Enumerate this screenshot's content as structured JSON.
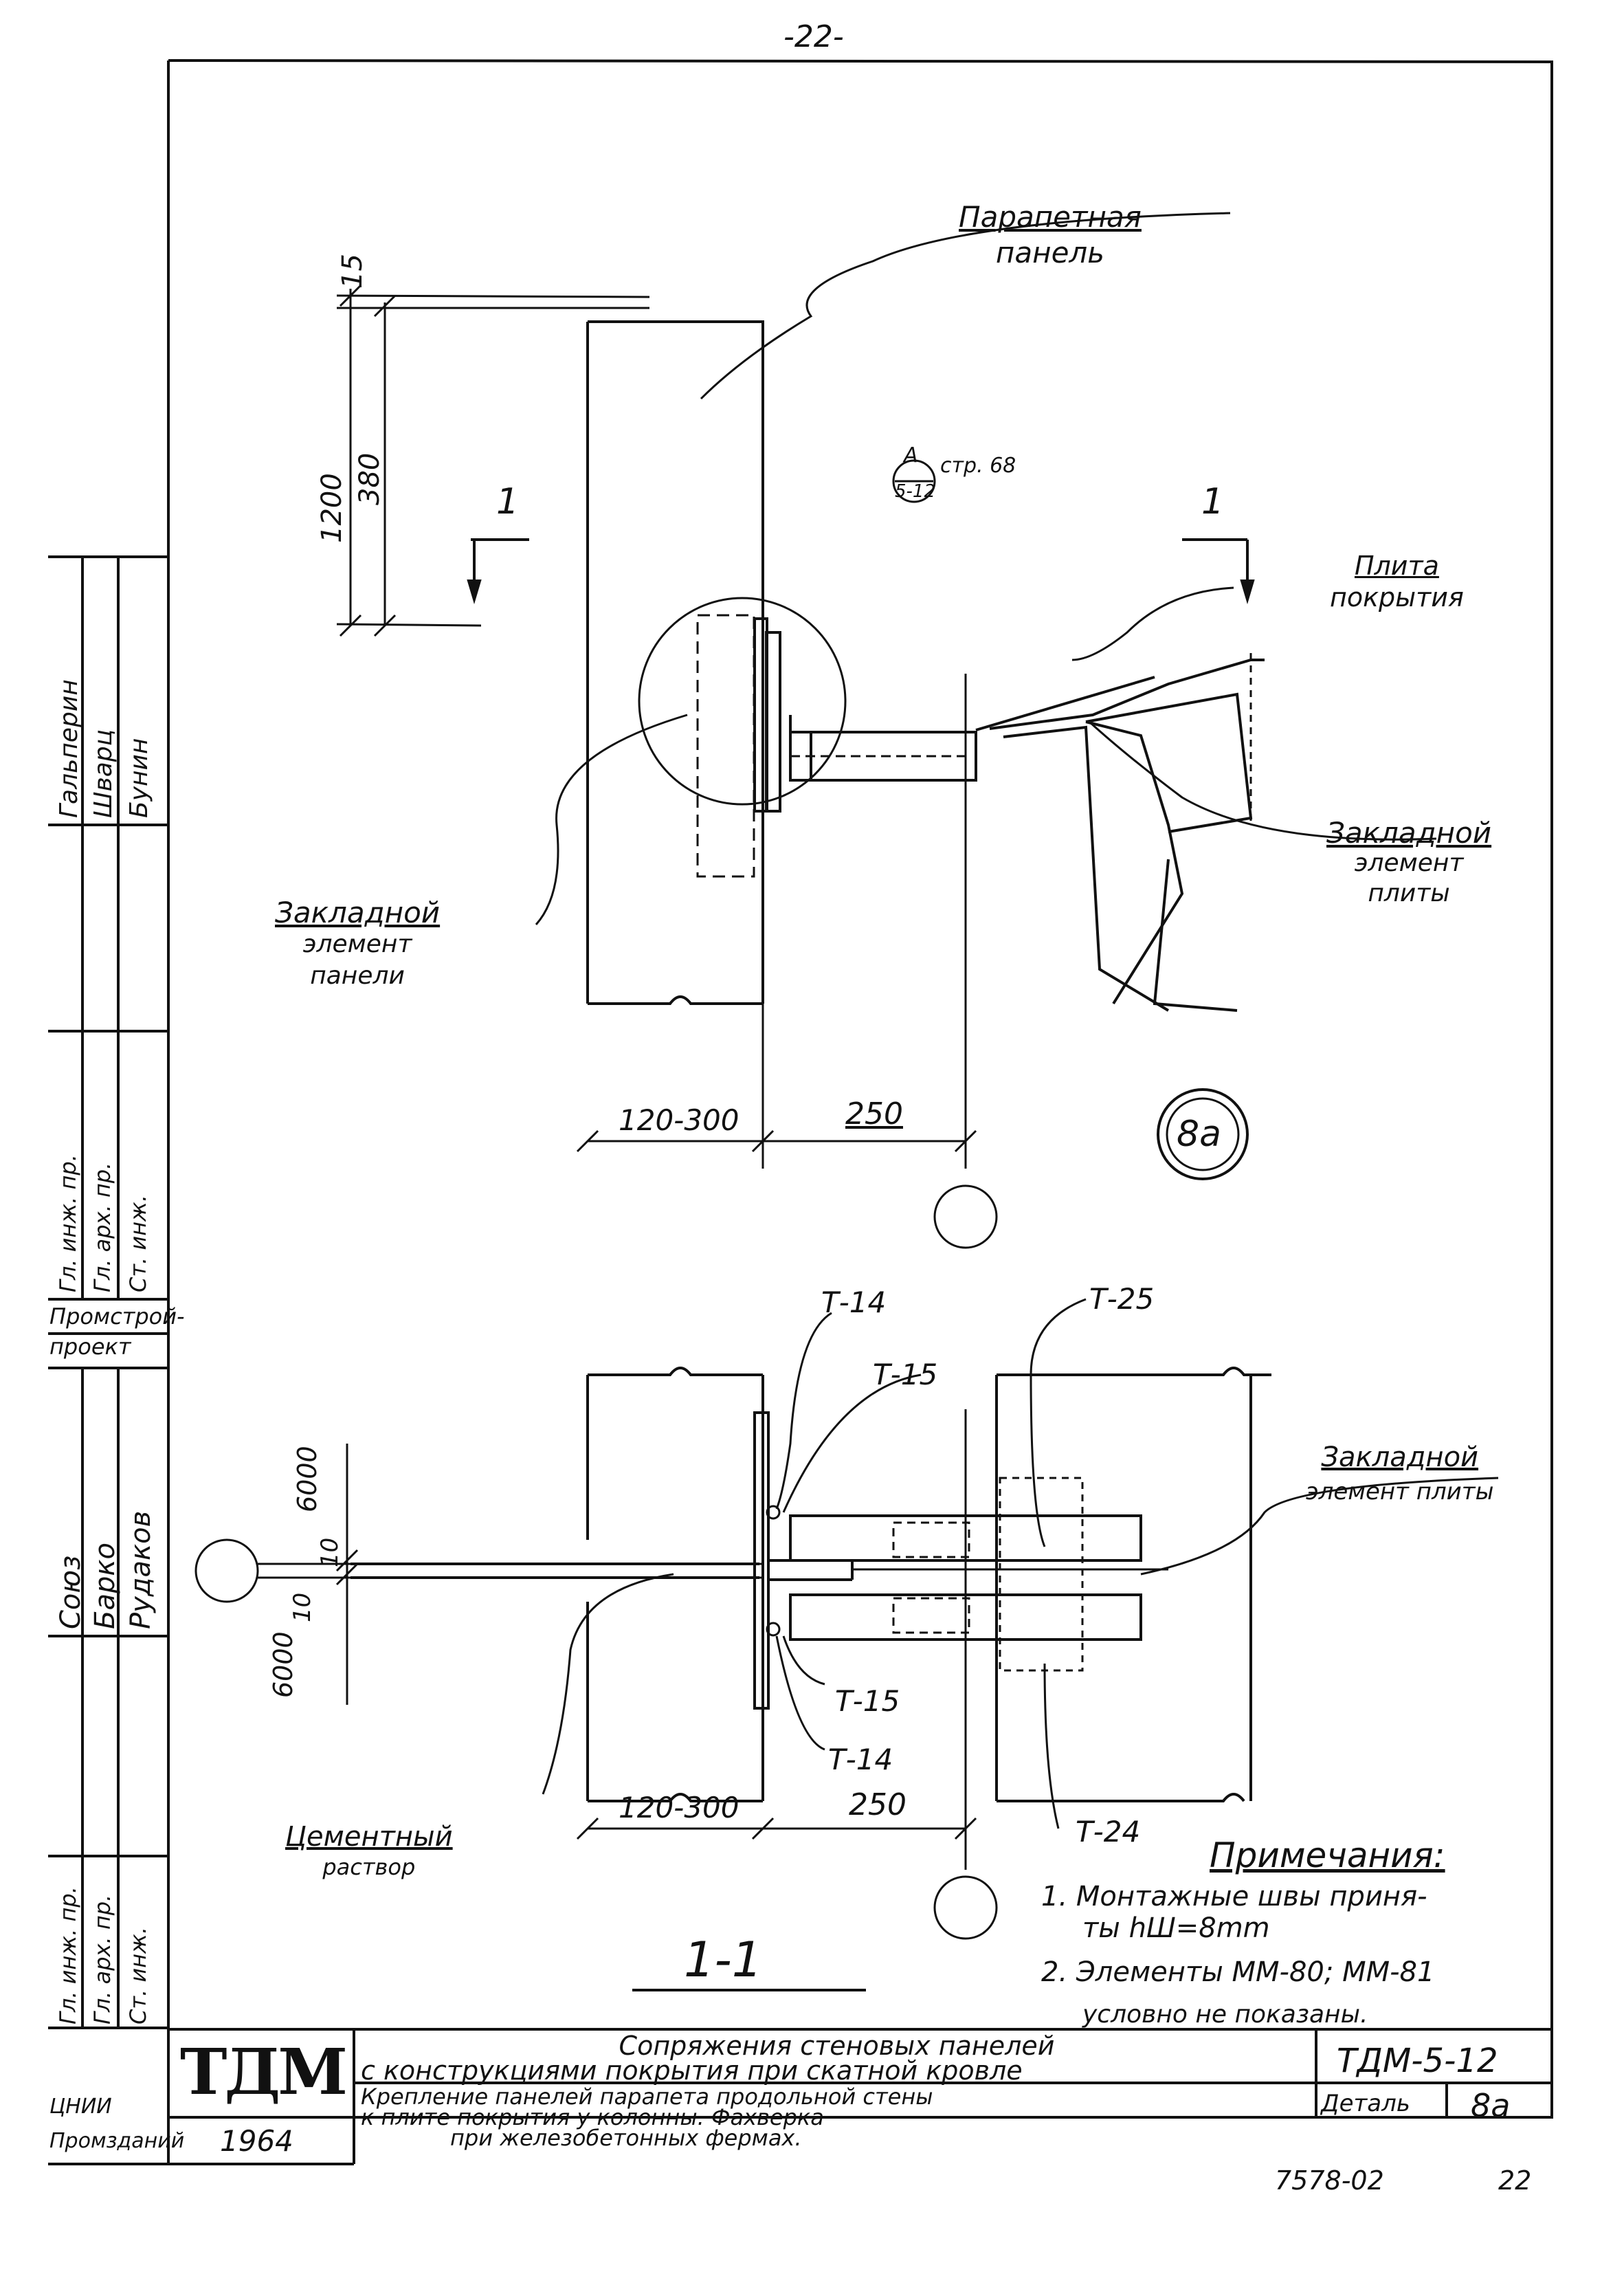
{
  "page_number": "-22-",
  "view_top": {
    "label_parapet": [
      "Парапетная",
      "панель"
    ],
    "dim_15": "15",
    "dim_1200": "1200",
    "dim_380": "380",
    "section_mark_left": "1",
    "section_mark_right": "1",
    "callout_letter": "А",
    "callout_ref": "5-12",
    "callout_page": "стр. 68",
    "label_plate": [
      "Плита",
      "покрытия"
    ],
    "label_embed_plate": [
      "Закладной",
      "элемент",
      "плиты"
    ],
    "label_embed_panel": [
      "Закладной",
      "элемент",
      "панели"
    ],
    "dim_120_300": "120-300",
    "dim_250": "250",
    "detail_mark": "8а"
  },
  "view_section": {
    "t14_top": "Т-14",
    "t15_top": "Т-15",
    "t25": "Т-25",
    "t15_bottom": "Т-15",
    "t14_bottom": "Т-14",
    "t24": "Т-24",
    "label_embed_plate": [
      "Закладной",
      "элемент плиты"
    ],
    "dim_6000_top": "6000",
    "dim_6000_bottom": "6000",
    "dim_10_top": "10",
    "dim_10_bottom": "10",
    "label_cement": [
      "Цементный",
      "раствор"
    ],
    "dim_120_300": "120-300",
    "dim_250": "250",
    "section_title": "1-1"
  },
  "notes": {
    "title": "Примечания:",
    "items": [
      "1. Монтажные швы приня-",
      "ты     hШ=8mm",
      "2. Элементы ММ-80; ММ-81",
      "условно не показаны."
    ]
  },
  "side_stamp": {
    "org": [
      "Промстрой-",
      "проект"
    ],
    "block_upper_roles": [
      "Гл. инж. пр.",
      "Гл. арх. пр.",
      "Ст. инж."
    ],
    "block_upper_names": [
      "Гальперин",
      "Шварц",
      "Бунин"
    ],
    "block_lower_names": [
      "Союз",
      "Барко",
      "Рудаков"
    ],
    "block_lower_roles": [
      "Гл. инж. пр.",
      "Гл. арх. пр.",
      "Ст. инж."
    ],
    "bottom_lines": [
      "ЦНИИ",
      "Промзданий"
    ]
  },
  "title_block": {
    "logo": "ТДМ",
    "year": "1964",
    "main_title": [
      "Сопряжения стеновых панелей",
      "с конструкциями покрытия при скатной кровле"
    ],
    "doc_code": "ТДМ-5-12",
    "subtitle": [
      "Крепление панелей парапета продольной стены",
      "к плите покрытия у колонны. Фахверка",
      "при железобетонных фермах."
    ],
    "detail_label": "Деталь",
    "detail_value": "8а"
  },
  "footer": {
    "code": "7578-02",
    "page": "22"
  }
}
